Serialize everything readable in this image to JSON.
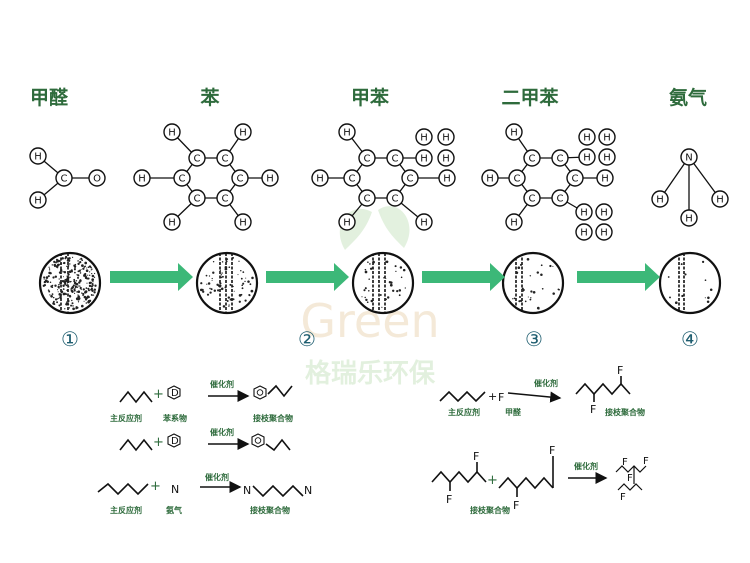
{
  "titles": [
    "甲醛",
    "苯",
    "甲苯",
    "二甲苯",
    "氨气"
  ],
  "atoms": {
    "H": "H",
    "C": "C",
    "O": "O",
    "N": "N"
  },
  "steps": [
    "①",
    "②",
    "③",
    "④"
  ],
  "watermark": {
    "word": "Green",
    "cn": "格瑞乐环保"
  },
  "reactions": {
    "plus": "+",
    "catalyst": "催化剂",
    "main_reactant": "主反应剂",
    "benzene_series": "苯系物",
    "graft_polymer": "接枝聚合物",
    "ammonia": "氨气",
    "formaldehyde": "甲醛",
    "d_symbol": "D",
    "f_symbol": "F",
    "n_symbol": "N"
  },
  "colors": {
    "title": "#2e6b3c",
    "arrow": "#3cb878",
    "number": "#1f5e70",
    "label": "#2e6b3c"
  }
}
